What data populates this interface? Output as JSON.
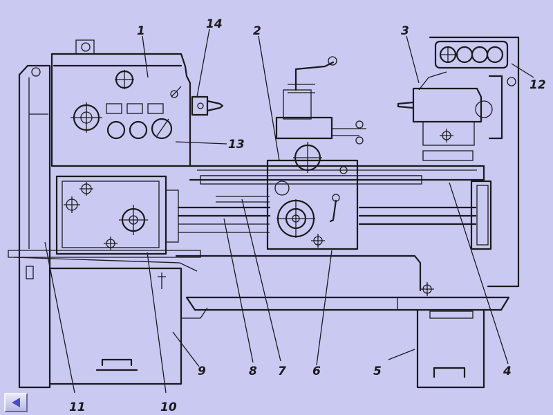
{
  "diagram": {
    "callouts": [
      {
        "id": "1",
        "text": "1"
      },
      {
        "id": "2",
        "text": "2"
      },
      {
        "id": "3",
        "text": "3"
      },
      {
        "id": "4",
        "text": "4"
      },
      {
        "id": "5",
        "text": "5"
      },
      {
        "id": "6",
        "text": "6"
      },
      {
        "id": "7",
        "text": "7"
      },
      {
        "id": "8",
        "text": "8"
      },
      {
        "id": "9",
        "text": "9"
      },
      {
        "id": "10",
        "text": "10"
      },
      {
        "id": "11",
        "text": "11"
      },
      {
        "id": "12",
        "text": "12"
      },
      {
        "id": "13",
        "text": "13"
      },
      {
        "id": "14",
        "text": "14"
      }
    ]
  },
  "colors": {
    "background": "#c9c9f2",
    "line": "#1a1a1a",
    "nav_arrow": "#4a4ad0"
  },
  "nav": {
    "back_icon": "left-triangle-icon"
  }
}
